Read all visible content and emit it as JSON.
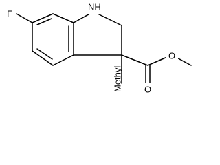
{
  "labels": {
    "fluorine": "F",
    "amine": "NH",
    "methyl": "Methyl",
    "carbonyl_oxygen": "O",
    "ester_oxygen": "O"
  }
}
